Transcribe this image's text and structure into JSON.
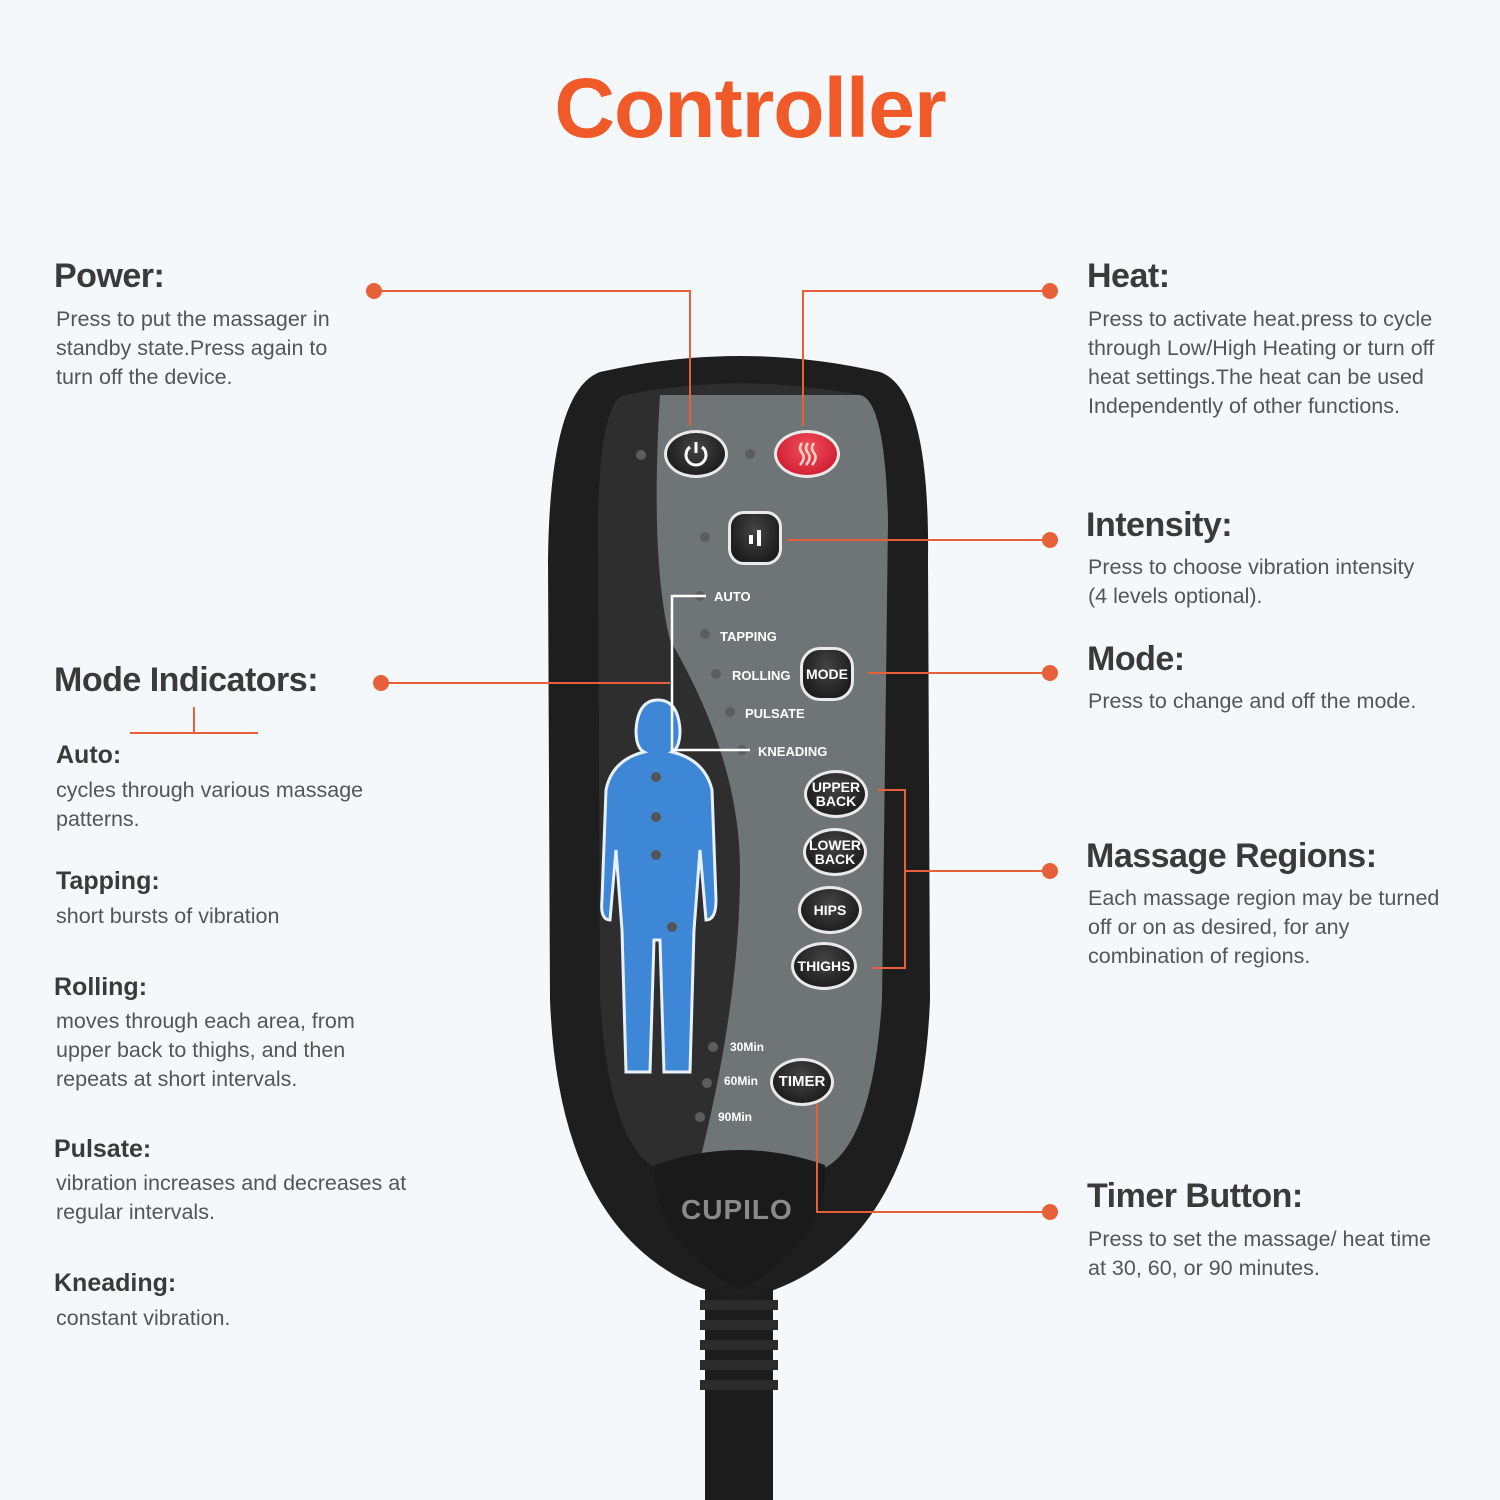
{
  "title": "Controller",
  "accent_color": "#f05a28",
  "left": {
    "power": {
      "heading": "Power:",
      "text": [
        "Press to put the massager in",
        "standby state.Press again to",
        "turn off the device."
      ]
    },
    "mode_indicators": {
      "heading": "Mode Indicators:",
      "items": [
        {
          "name": "Auto:",
          "text": [
            "cycles through various massage",
            "patterns."
          ]
        },
        {
          "name": "Tapping:",
          "text": [
            "short bursts of vibration"
          ]
        },
        {
          "name": "Rolling:",
          "text": [
            "moves through each area, from",
            "upper back to thighs, and then",
            "repeats at short intervals."
          ]
        },
        {
          "name": "Pulsate:",
          "text": [
            "vibration increases and decreases at",
            "regular intervals."
          ]
        },
        {
          "name": "Kneading:",
          "text": [
            "constant vibration."
          ]
        }
      ]
    }
  },
  "right": {
    "heat": {
      "heading": "Heat:",
      "text": [
        "Press to activate heat.press to cycle",
        "through Low/High Heating or turn off",
        "heat settings.The heat can be used",
        "Independently of other functions."
      ]
    },
    "intensity": {
      "heading": "Intensity:",
      "text": [
        "Press to choose vibration intensity",
        "(4 levels optional)."
      ]
    },
    "mode": {
      "heading": "Mode:",
      "text": [
        "Press to change and off the mode."
      ]
    },
    "regions": {
      "heading": "Massage Regions:",
      "text": [
        "Each massage region may be turned",
        "off or on as desired, for any",
        "combination of regions."
      ]
    },
    "timer": {
      "heading": "Timer Button:",
      "text": [
        "Press to set the massage/ heat time",
        "at 30, 60, or 90 minutes."
      ]
    }
  },
  "controller": {
    "brand": "CUPILO",
    "mode_labels": [
      "AUTO",
      "TAPPING",
      "ROLLING",
      "PULSATE",
      "KNEADING"
    ],
    "mode_button": "MODE",
    "region_buttons": [
      [
        "UPPER",
        "BACK"
      ],
      [
        "LOWER",
        "BACK"
      ],
      [
        "HIPS"
      ],
      [
        "THIGHS"
      ]
    ],
    "timer_labels": [
      "30Min",
      "60Min",
      "90Min"
    ],
    "timer_button": "TIMER",
    "icons": {
      "power": "power-icon",
      "heat": "heat-waves-icon",
      "intensity": "intensity-icon"
    }
  }
}
